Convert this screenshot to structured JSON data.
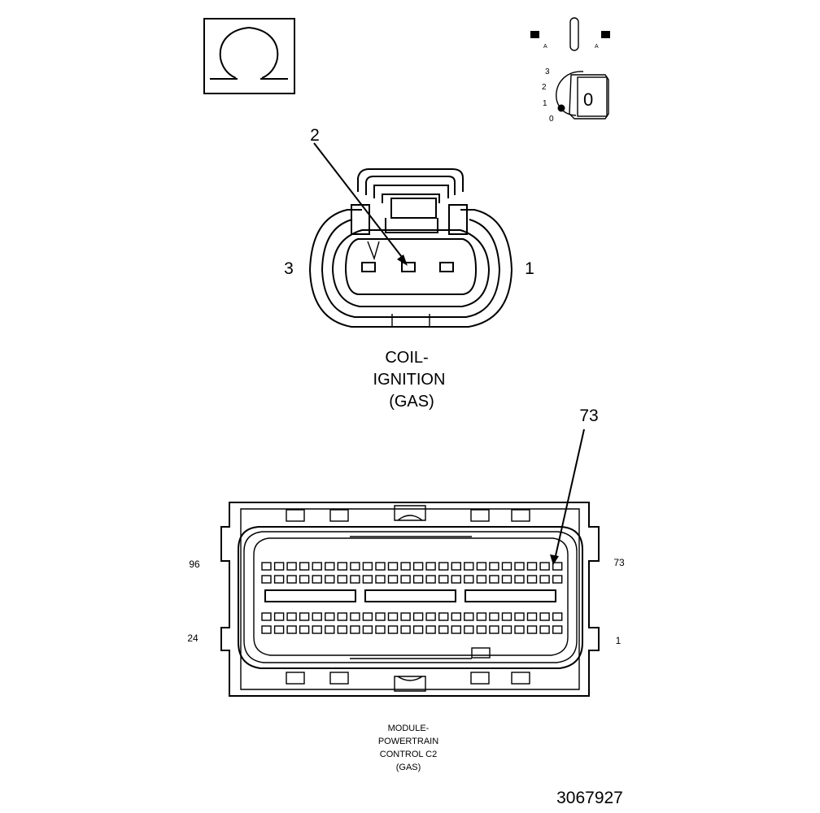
{
  "symbols": {
    "ohm_glyph": "Ω",
    "ohm_icon": "ohmmeter-icon",
    "key_icon": "ignition-key-icon",
    "key_positions": [
      "3",
      "2",
      "1",
      "0"
    ],
    "key_number": "0"
  },
  "coil_connector": {
    "callout_pin": "2",
    "left_pin": "3",
    "right_pin": "1",
    "title_lines": [
      "COIL-",
      "IGNITION",
      "(GAS)"
    ]
  },
  "pcm_connector": {
    "callout_pin": "73",
    "top_left_pin": "96",
    "top_right_pin": "73",
    "bottom_left_pin": "24",
    "bottom_right_pin": "1",
    "title_lines": [
      "MODULE-",
      "POWERTRAIN",
      "CONTROL C2",
      "(GAS)"
    ]
  },
  "figure_number": "3067927"
}
